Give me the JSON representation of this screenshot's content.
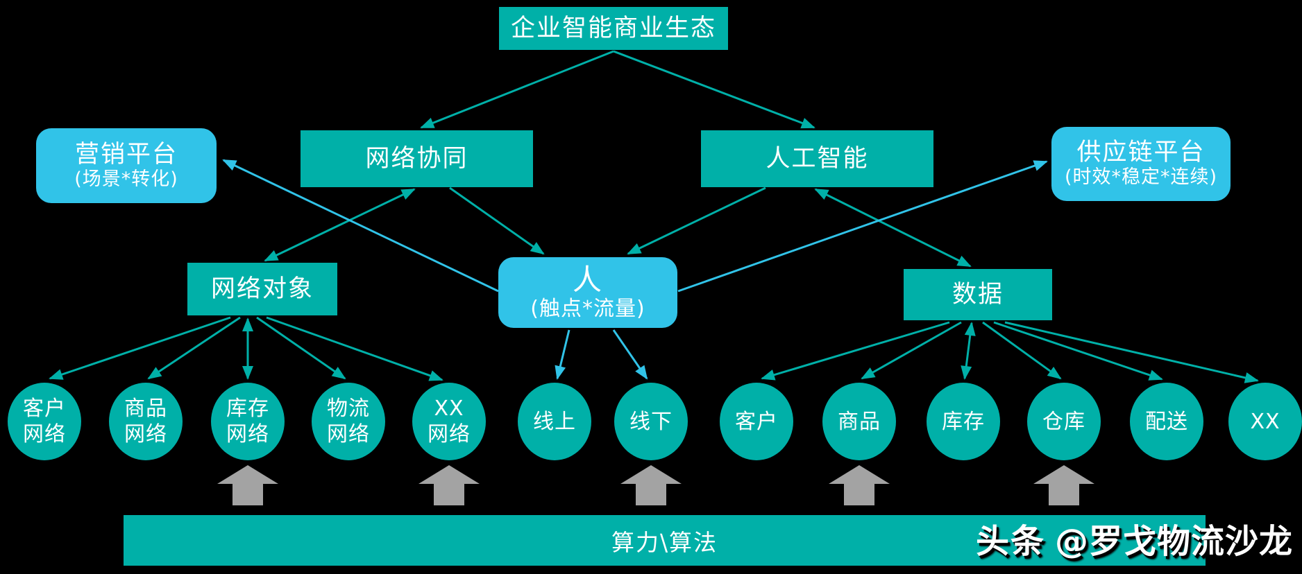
{
  "colors": {
    "background": "#000000",
    "teal": "#00b0a8",
    "light_blue": "#31c3e8",
    "gray_arrow": "#a3a3a3",
    "text": "#ffffff"
  },
  "nodes": {
    "ecosystem": {
      "label": "企业智能商业生态"
    },
    "marketing": {
      "title": "营销平台",
      "subtitle": "(场景*转化)"
    },
    "network_synergy": {
      "label": "网络协同"
    },
    "ai": {
      "label": "人工智能"
    },
    "supply_chain": {
      "title": "供应链平台",
      "subtitle": "(时效*稳定*连续)"
    },
    "network_objects": {
      "label": "网络对象"
    },
    "people": {
      "title": "人",
      "subtitle": "(触点*流量)"
    },
    "data_node": {
      "label": "数据"
    }
  },
  "circles": [
    {
      "l1": "客户",
      "l2": "网络"
    },
    {
      "l1": "商品",
      "l2": "网络"
    },
    {
      "l1": "库存",
      "l2": "网络"
    },
    {
      "l1": "物流",
      "l2": "网络"
    },
    {
      "l1": "XX",
      "l2": "网络"
    },
    {
      "l1": "线上"
    },
    {
      "l1": "线下"
    },
    {
      "l1": "客户"
    },
    {
      "l1": "商品"
    },
    {
      "l1": "库存"
    },
    {
      "l1": "仓库"
    },
    {
      "l1": "配送"
    },
    {
      "l1": "XX"
    }
  ],
  "edges": [
    {
      "from": "企业智能商业生态",
      "to": "网络协同"
    },
    {
      "from": "企业智能商业生态",
      "to": "人工智能"
    },
    {
      "from": "网络协同",
      "to": "人"
    },
    {
      "from": "人工智能",
      "to": "人"
    },
    {
      "from": "网络协同",
      "to": "网络对象",
      "bidirectional": true
    },
    {
      "from": "人工智能",
      "to": "数据",
      "bidirectional": true
    },
    {
      "from": "人",
      "to": "营销平台"
    },
    {
      "from": "人",
      "to": "供应链平台"
    },
    {
      "from": "人",
      "to": "线上"
    },
    {
      "from": "人",
      "to": "线下"
    },
    {
      "from": "网络对象",
      "to": "客户网络"
    },
    {
      "from": "网络对象",
      "to": "商品网络"
    },
    {
      "from": "网络对象",
      "to": "库存网络",
      "bidirectional": true
    },
    {
      "from": "网络对象",
      "to": "物流网络"
    },
    {
      "from": "网络对象",
      "to": "XX网络"
    },
    {
      "from": "数据",
      "to": "客户"
    },
    {
      "from": "数据",
      "to": "商品"
    },
    {
      "from": "数据",
      "to": "库存",
      "bidirectional": true
    },
    {
      "from": "数据",
      "to": "仓库"
    },
    {
      "from": "数据",
      "to": "配送"
    },
    {
      "from": "数据",
      "to": "XX"
    }
  ],
  "bottom_bar": {
    "label": "算力\\算法"
  },
  "watermark": {
    "brand": "头条",
    "handle": "@罗戈物流沙龙"
  }
}
